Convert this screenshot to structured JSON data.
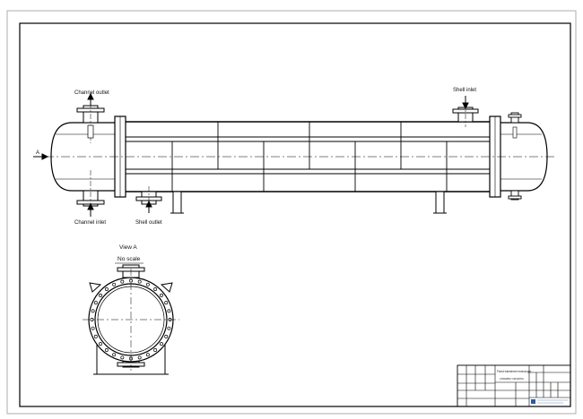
{
  "labels": {
    "channel_outlet": "Channel outlet",
    "channel_inlet": "Channel inlet",
    "shell_inlet": "Shell inlet",
    "shell_outlet": "Shell outlet",
    "view_marker": "A",
    "view_title": "View A",
    "view_scale": "No scale"
  },
  "title_block": {
    "title": "Fixed tubesheet exchanger",
    "subtitle": "ASSEMBLY DRAWING"
  }
}
